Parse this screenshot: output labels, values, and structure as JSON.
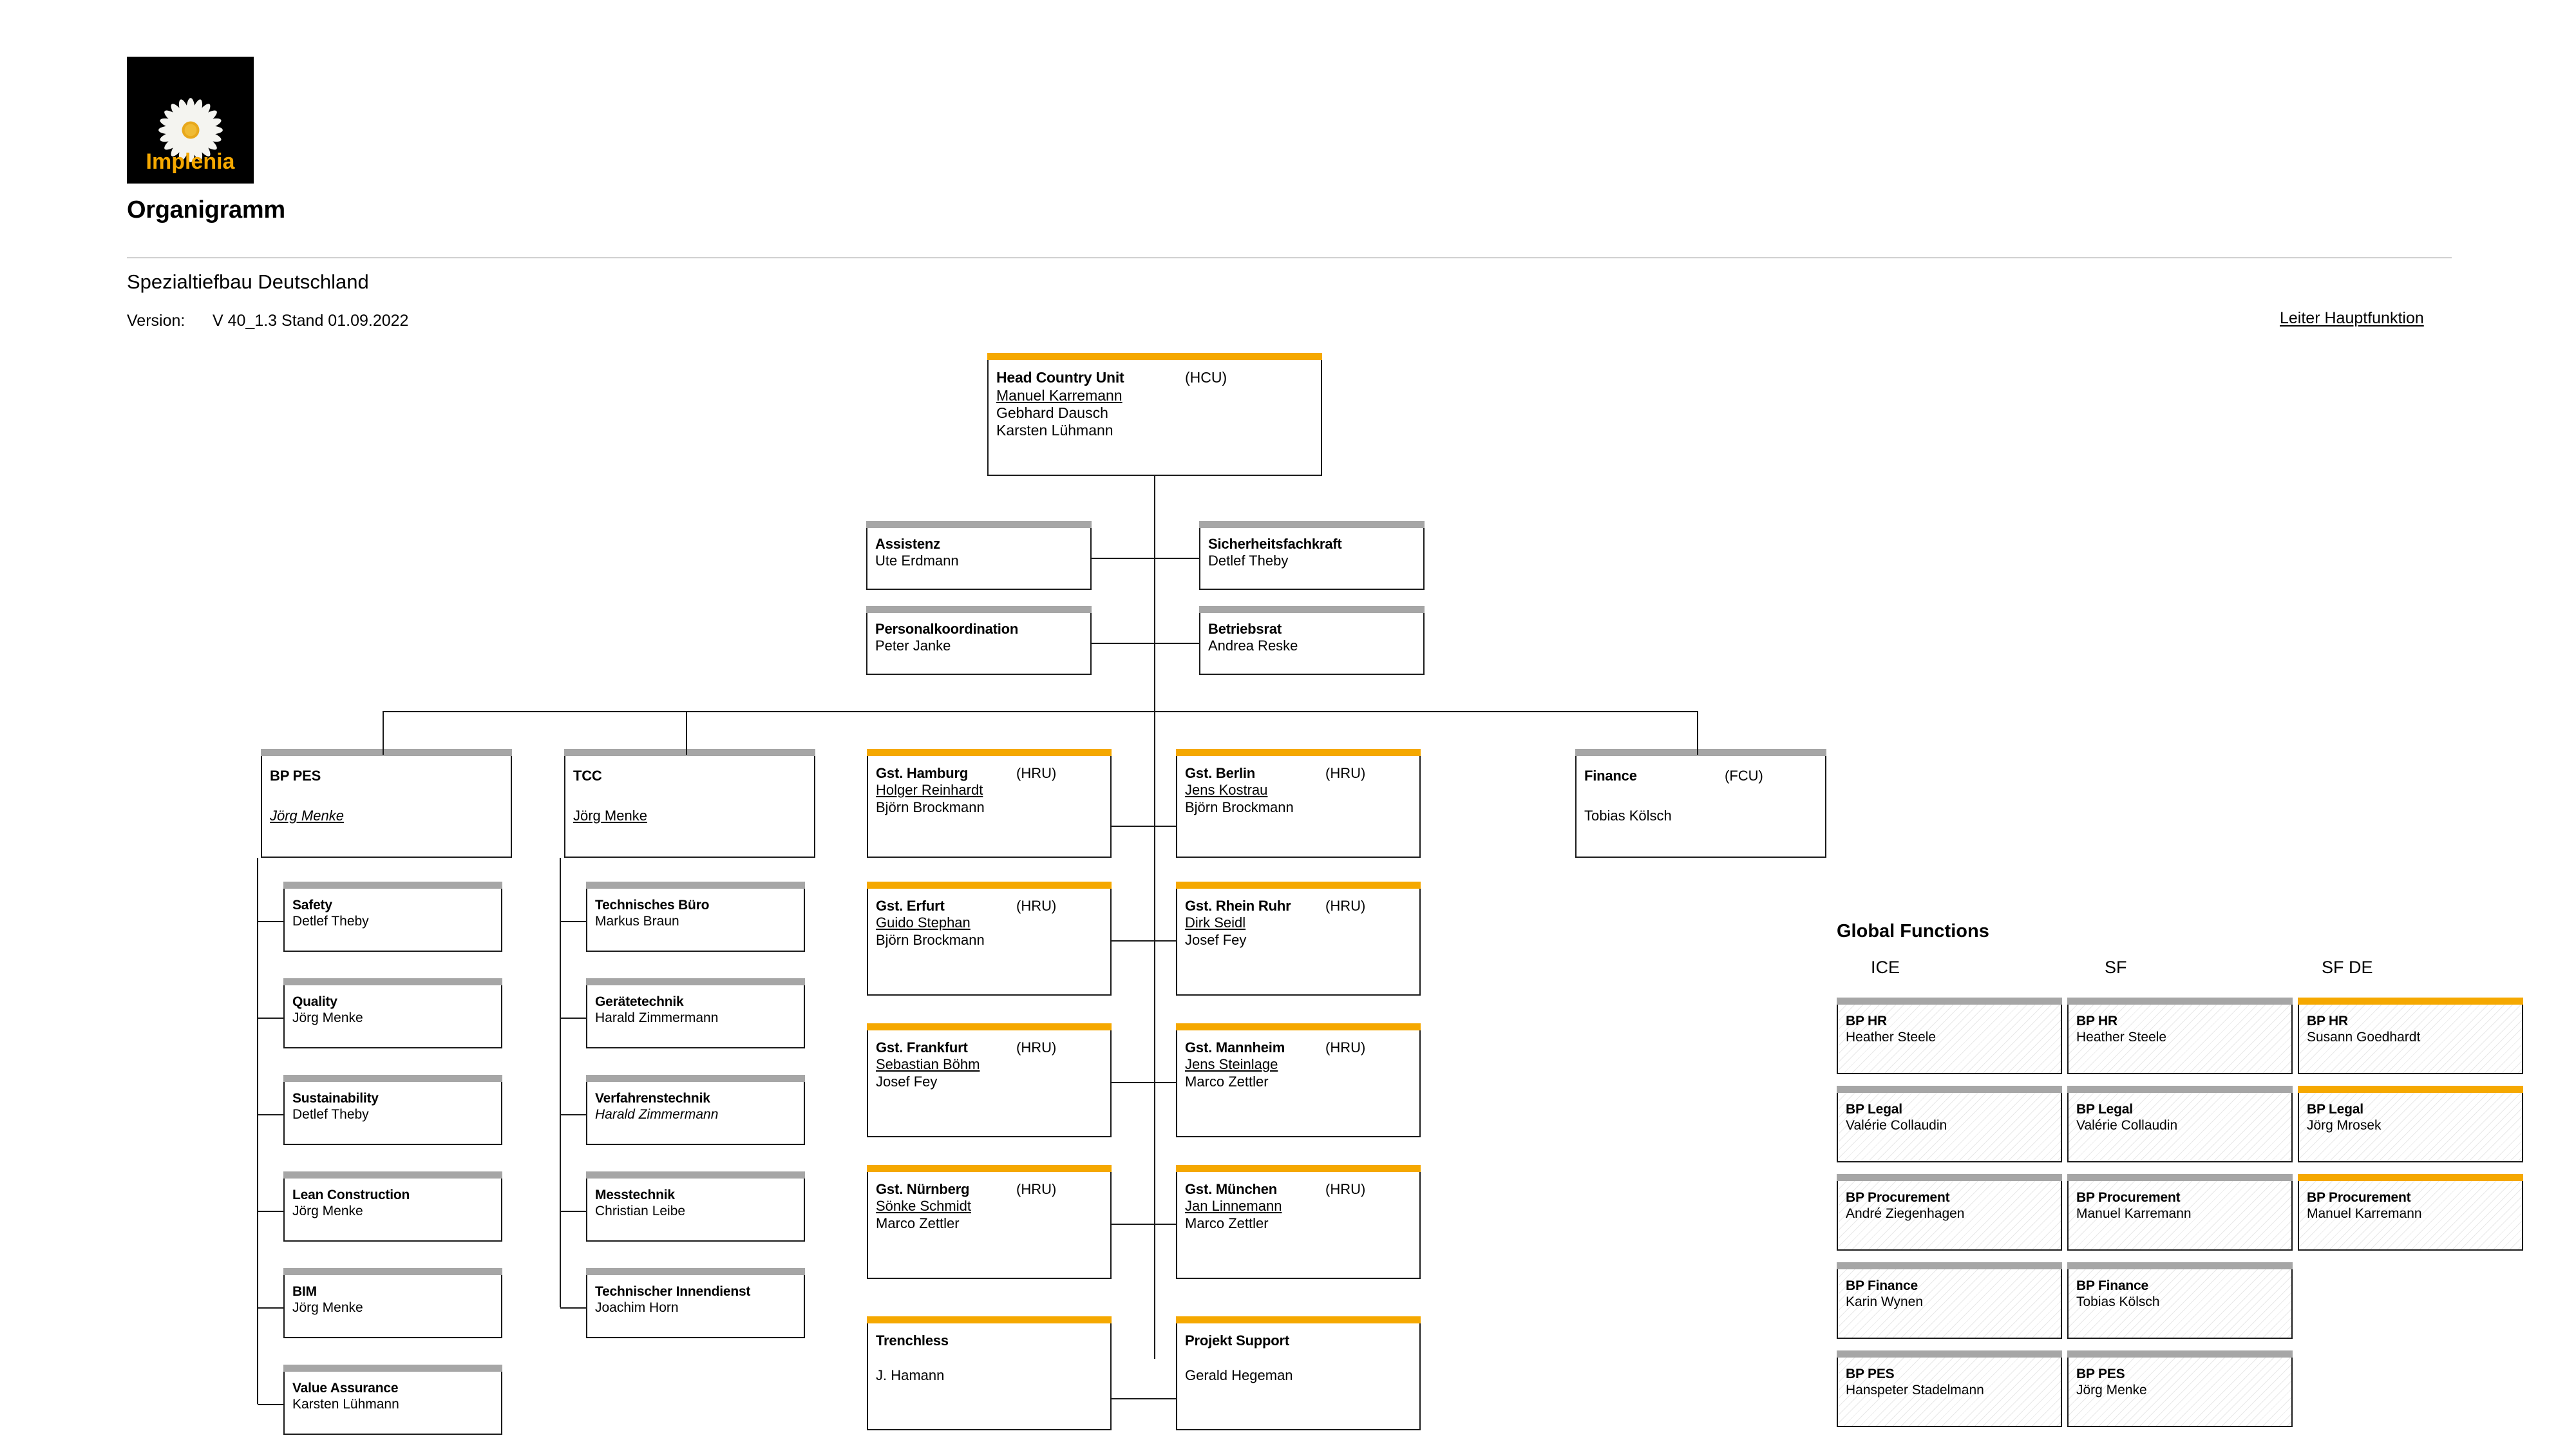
{
  "header": {
    "logo_word": "Implenia",
    "logo_icon": "daisy-flower-logo",
    "doc_title": "Organigramm",
    "subtitle": "Spezialtiefbau Deutschland",
    "version_label": "Version:",
    "version_value": "V 40_1.3 Stand 01.09.2022",
    "legend_leader": "Leiter Hauptfunktion"
  },
  "colors": {
    "accent_orange": "#f5a800",
    "cap_grey": "#a6a6a6",
    "border": "#1a1a1a",
    "logo_bg": "#000000"
  },
  "root": {
    "title": "Head Country Unit",
    "code": "(HCU)",
    "people": [
      "Manuel Karremann ",
      "Gebhard Dausch",
      "Karsten Lühmann"
    ],
    "cap": "orange"
  },
  "staff": [
    {
      "title": "Assistenz",
      "people": [
        "Ute Erdmann"
      ],
      "cap": "grey"
    },
    {
      "title": "Sicherheitsfachkraft",
      "people": [
        "Detlef Theby"
      ],
      "cap": "grey"
    },
    {
      "title": "Personalkoordination",
      "people": [
        "Peter Janke"
      ],
      "cap": "grey"
    },
    {
      "title": "Betriebsrat",
      "people": [
        "Andrea Reske"
      ],
      "cap": "grey"
    }
  ],
  "divisions": [
    {
      "title": "BP PES",
      "code": "",
      "leader": "Jörg Menke",
      "cap": "grey",
      "leader_italic": true
    },
    {
      "title": "TCC",
      "code": "",
      "leader": "Jörg Menke",
      "cap": "grey",
      "leader_italic": false
    },
    {
      "title": "Gst. Hamburg",
      "code": "(HRU)",
      "people": [
        "Holger Reinhardt",
        "Björn Brockmann"
      ],
      "cap": "orange"
    },
    {
      "title": "Gst. Berlin",
      "code": "(HRU)",
      "people": [
        "Jens Kostrau",
        "Björn Brockmann"
      ],
      "cap": "orange"
    },
    {
      "title": "Finance",
      "code": "(FCU)",
      "leader": "Tobias Kölsch",
      "cap": "grey",
      "leader_italic": false,
      "leader_underline": false
    }
  ],
  "bppes_children": [
    {
      "title": "Safety",
      "person": "Detlef Theby"
    },
    {
      "title": "Quality",
      "person": "Jörg Menke"
    },
    {
      "title": "Sustainability",
      "person": "Detlef Theby"
    },
    {
      "title": "Lean Construction",
      "person": "Jörg Menke"
    },
    {
      "title": "BIM",
      "person": "Jörg Menke"
    },
    {
      "title": "Value Assurance",
      "person": "Karsten Lühmann"
    }
  ],
  "tcc_children": [
    {
      "title": "Technisches Büro",
      "person": "Markus Braun",
      "italic": false
    },
    {
      "title": "Gerätetechnik",
      "person": "Harald Zimmermann",
      "italic": false
    },
    {
      "title": "Verfahrenstechnik",
      "person": "Harald Zimmermann",
      "italic": true
    },
    {
      "title": "Messtechnik",
      "person": "Christian Leibe",
      "italic": false
    },
    {
      "title": "Technischer Innendienst",
      "person": "Joachim Horn",
      "italic": false
    }
  ],
  "gst_left": [
    {
      "title": "Gst. Erfurt",
      "code": "(HRU)",
      "people": [
        "Guido Stephan",
        "Björn Brockmann"
      ]
    },
    {
      "title": "Gst. Frankfurt",
      "code": "(HRU)",
      "people": [
        "Sebastian Böhm",
        "Josef Fey"
      ]
    },
    {
      "title": "Gst. Nürnberg",
      "code": "(HRU)",
      "people": [
        "Sönke Schmidt",
        "Marco Zettler"
      ]
    },
    {
      "title": "Trenchless",
      "code": "",
      "people": [
        "J. Hamann"
      ],
      "gap": true
    }
  ],
  "gst_right": [
    {
      "title": "Gst. Rhein Ruhr",
      "code": "(HRU)",
      "people": [
        "Dirk Seidl",
        "Josef Fey"
      ]
    },
    {
      "title": "Gst. Mannheim",
      "code": "(HRU)",
      "people": [
        "Jens Steinlage",
        "Marco Zettler"
      ]
    },
    {
      "title": "Gst. München",
      "code": "(HRU)",
      "people": [
        "Jan Linnemann",
        "Marco Zettler"
      ]
    },
    {
      "title": "Projekt Support",
      "code": "",
      "people": [
        "Gerald Hegeman"
      ],
      "gap": true
    }
  ],
  "global_functions": {
    "title": "Global Functions",
    "columns": [
      {
        "label": "ICE",
        "cap": "grey"
      },
      {
        "label": "SF",
        "cap": "grey"
      },
      {
        "label": "SF DE",
        "cap": "orange"
      }
    ],
    "rows": [
      {
        "title": "BP HR",
        "values": [
          "Heather Steele",
          "Heather Steele",
          "Susann Goedhardt"
        ]
      },
      {
        "title": "BP Legal",
        "values": [
          "Valérie Collaudin",
          "Valérie Collaudin",
          "Jörg Mrosek"
        ]
      },
      {
        "title": "BP Procurement",
        "values": [
          "André Ziegenhagen",
          "Manuel Karremann",
          "Manuel Karremann"
        ]
      },
      {
        "title": "BP Finance",
        "values": [
          "Karin Wynen",
          "Tobias Kölsch",
          null
        ]
      },
      {
        "title": "BP PES",
        "values": [
          "Hanspeter Stadelmann",
          "Jörg Menke",
          null
        ]
      }
    ]
  }
}
